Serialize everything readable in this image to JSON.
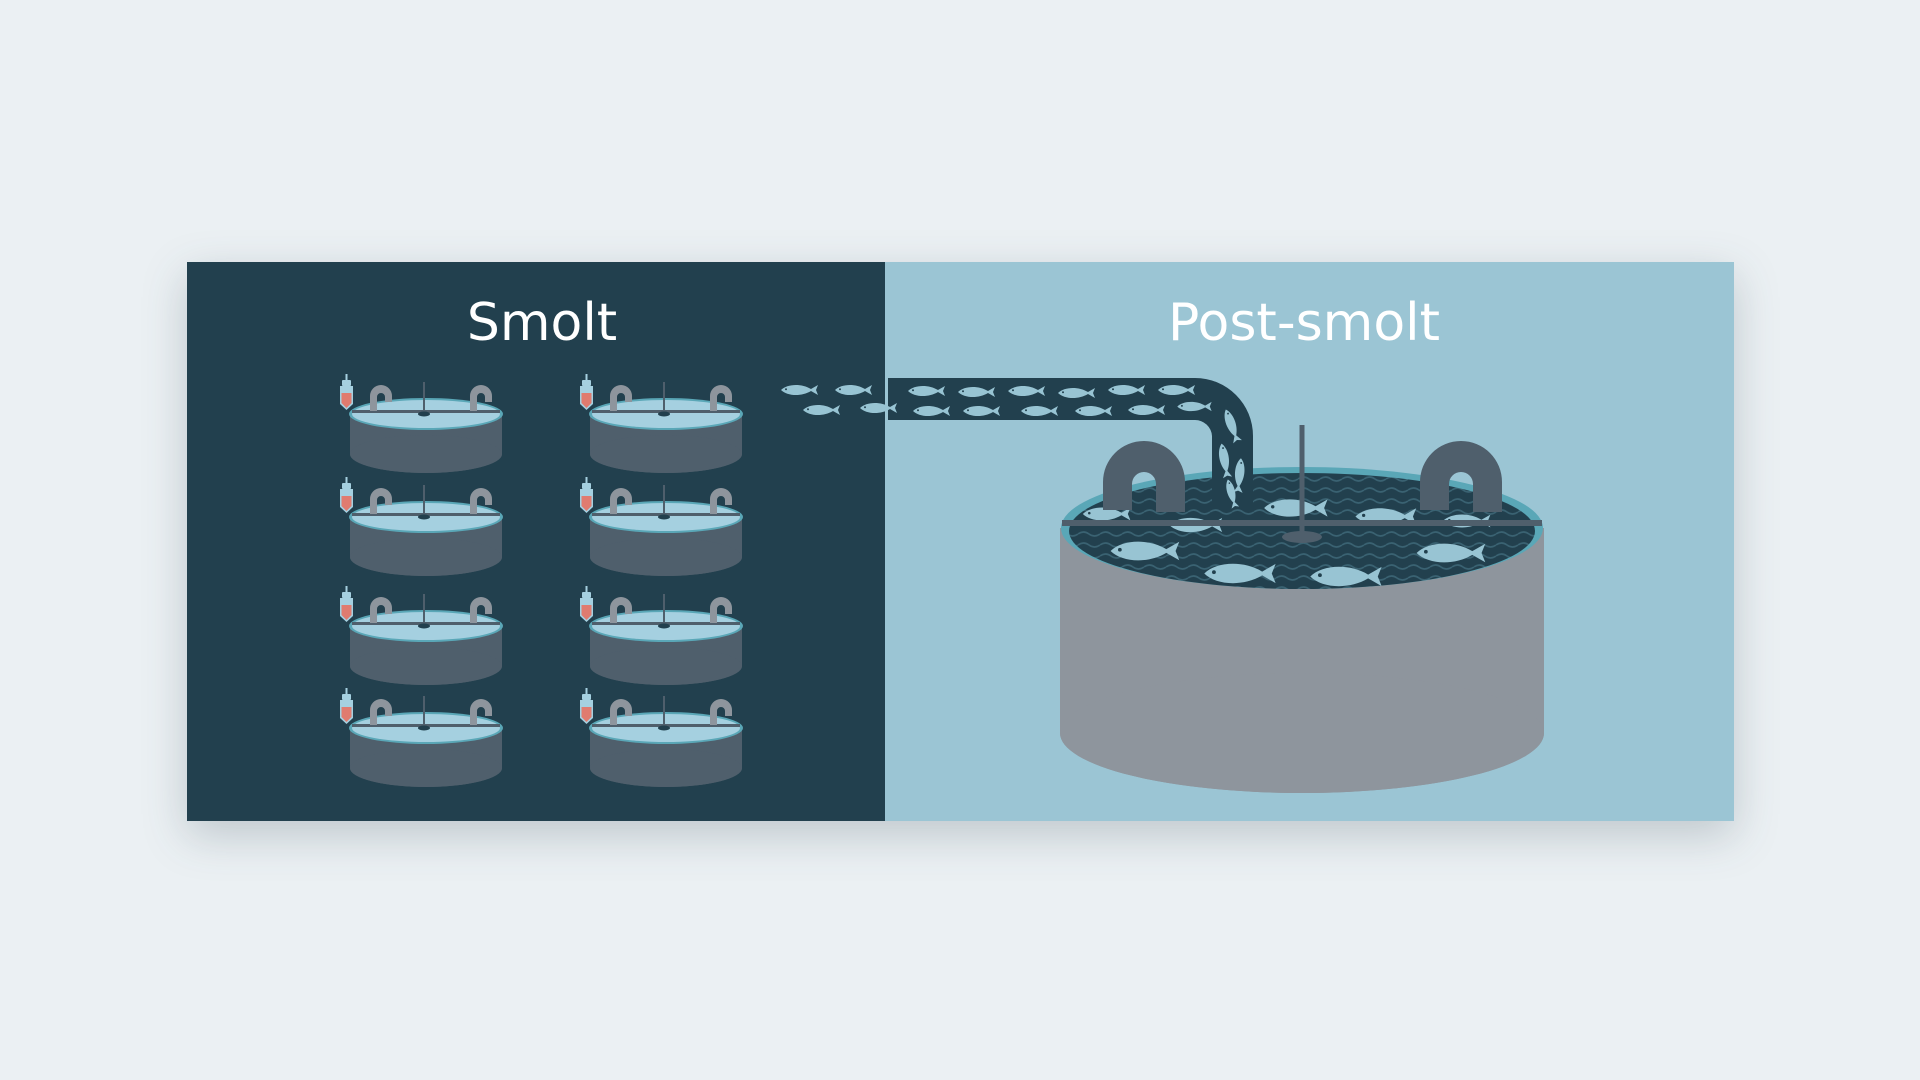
{
  "left_panel": {
    "title": "Smolt",
    "color": "#22404e",
    "tank_count": 8
  },
  "right_panel": {
    "title": "Post-smolt",
    "color": "#9bc5d4"
  },
  "colors": {
    "page_background": "#ebf0f3",
    "tank_wall": "#4f5f6c",
    "tank_wall_large": "#8e959d",
    "water_light": "#a5d0e0",
    "water_rim": "#5aa7b7",
    "pipe": "#22404e",
    "fish": "#98c4d3",
    "feeder_fill": "#e07b6f"
  },
  "icons": [
    "fish-icon",
    "feeder-icon",
    "pipe-arch-icon"
  ]
}
